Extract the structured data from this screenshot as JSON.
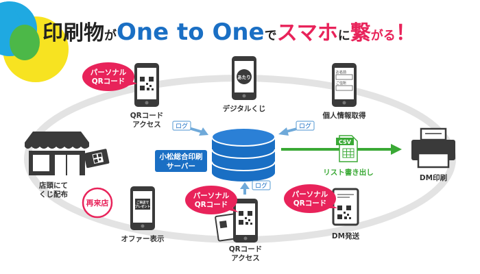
{
  "title": {
    "part1": "印刷物",
    "part2": "が",
    "part3": "One to One",
    "part4": "で",
    "part5": "スマホ",
    "part6": "に",
    "part7": "繋",
    "part8": "がる",
    "part9": "！"
  },
  "nodes": {
    "qr_top": {
      "line1": "QRコード",
      "line2": "アクセス"
    },
    "lottery": {
      "label": "デジタルくじ",
      "screen_text": "あたり"
    },
    "personal_info": {
      "label": "個人情報取得",
      "field1": "お名前",
      "field2": "ご住所"
    },
    "shop": {
      "line1": "店頭にて",
      "line2": "くじ配布"
    },
    "offer": {
      "label": "オファー表示",
      "screen_line1": "ご来店で",
      "screen_line2": "プレゼント"
    },
    "qr_bottom": {
      "line1": "QRコード",
      "line2": "アクセス"
    },
    "dm_ship": {
      "label": "DM発送"
    },
    "dm_print": {
      "label": "DM印刷"
    }
  },
  "server": {
    "line1": "小松総合印刷",
    "line2": "サーバー"
  },
  "badges": {
    "personal_qr_1": {
      "line1": "パーソナル",
      "line2": "QRコード"
    },
    "personal_qr_2": {
      "line1": "パーソナル",
      "line2": "QRコード"
    },
    "personal_qr_3": {
      "line1": "パーソナル",
      "line2": "QRコード"
    },
    "revisit": "再来店"
  },
  "log_labels": {
    "left": "ログ",
    "right": "ログ",
    "bottom": "ログ"
  },
  "csv": {
    "file_label": "CSV",
    "caption": "リスト書き出し"
  },
  "colors": {
    "accent_pink": "#e8235a",
    "blue": "#1a6fc4",
    "light_blue": "#6fa9d9",
    "green": "#3aa935",
    "dark": "#3a3a3a",
    "ring": "#e3e3e3",
    "yellow": "#f7e321",
    "cyan": "#1fa9e1",
    "lime": "#4cb848"
  }
}
